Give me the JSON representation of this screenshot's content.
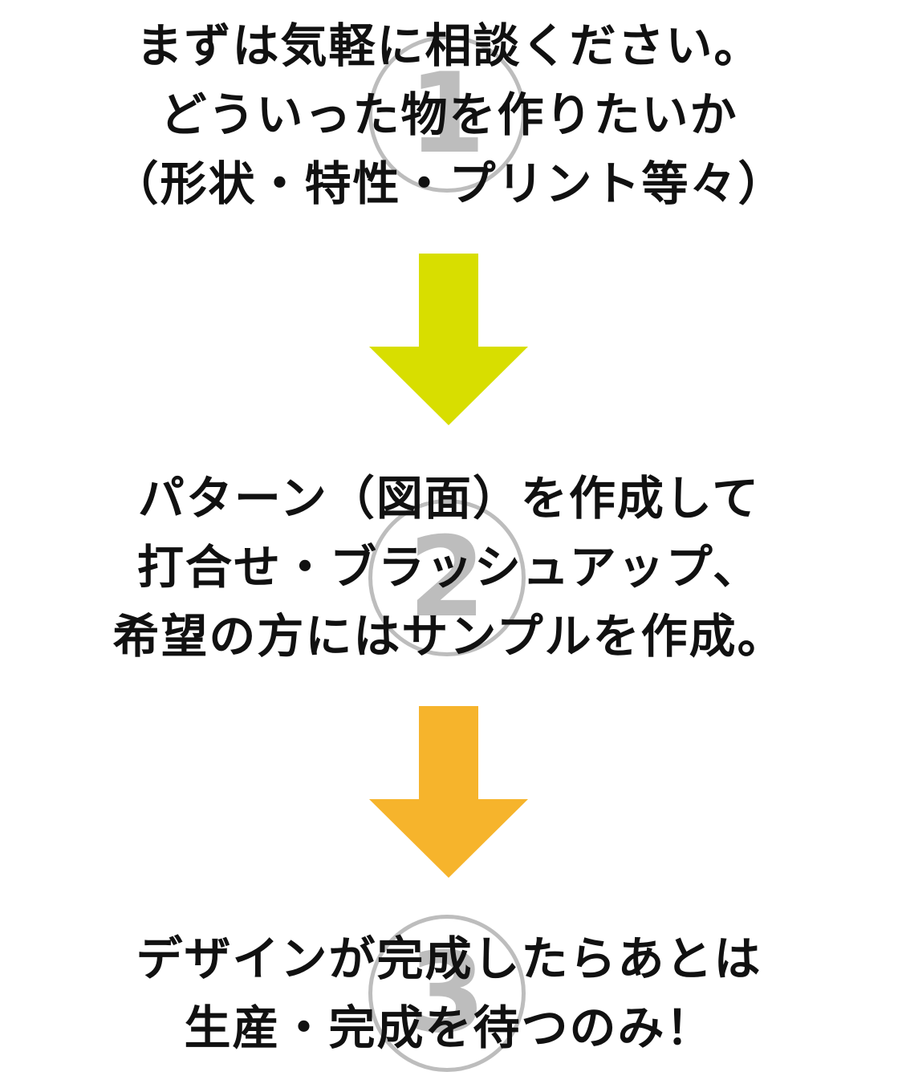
{
  "colors": {
    "arrow_1": "#d8de00",
    "arrow_2": "#f6b42c",
    "circle_number": "#bdbdbd",
    "text": "#111111"
  },
  "steps": [
    {
      "number": "1",
      "lines": [
        "まずは気軽に相談ください。",
        "どういった物を作りたいか",
        "（形状・特性・プリント等々）"
      ]
    },
    {
      "number": "2",
      "lines": [
        "パターン（図面）を作成して",
        "打合せ・ブラッシュアップ、",
        "希望の方にはサンプルを作成。"
      ]
    },
    {
      "number": "3",
      "lines": [
        "デザインが完成したらあとは",
        "生産・完成を待つのみ！"
      ]
    }
  ],
  "arrows": [
    {
      "icon": "down-arrow-icon",
      "color": "#d8de00"
    },
    {
      "icon": "down-arrow-icon",
      "color": "#f6b42c"
    }
  ]
}
